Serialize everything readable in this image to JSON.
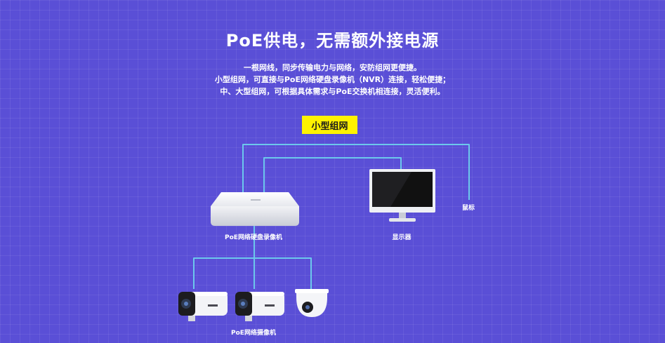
{
  "title": "PoE供电，无需额外接电源",
  "description": [
    "一根网线，同步传输电力与网络，安防组网更便捷。",
    "小型组网，可直接与PoE网络硬盘录像机（NVR）连接，轻松便捷；",
    "中、大型组网，可根据具体需求与PoE交换机相连接，灵活便利。"
  ],
  "badge": "小型组网",
  "labels": {
    "nvr": "PoE网络硬盘录像机",
    "monitor": "显示器",
    "mouse": "鼠标",
    "cameras": "PoE网络摄像机"
  },
  "colors": {
    "background": "#5a4fd6",
    "badge": "#fff200",
    "cable": "#6cc8ec"
  },
  "icons": [
    "nvr-device-icon",
    "monitor-icon",
    "bullet-camera-icon",
    "dome-camera-icon"
  ]
}
